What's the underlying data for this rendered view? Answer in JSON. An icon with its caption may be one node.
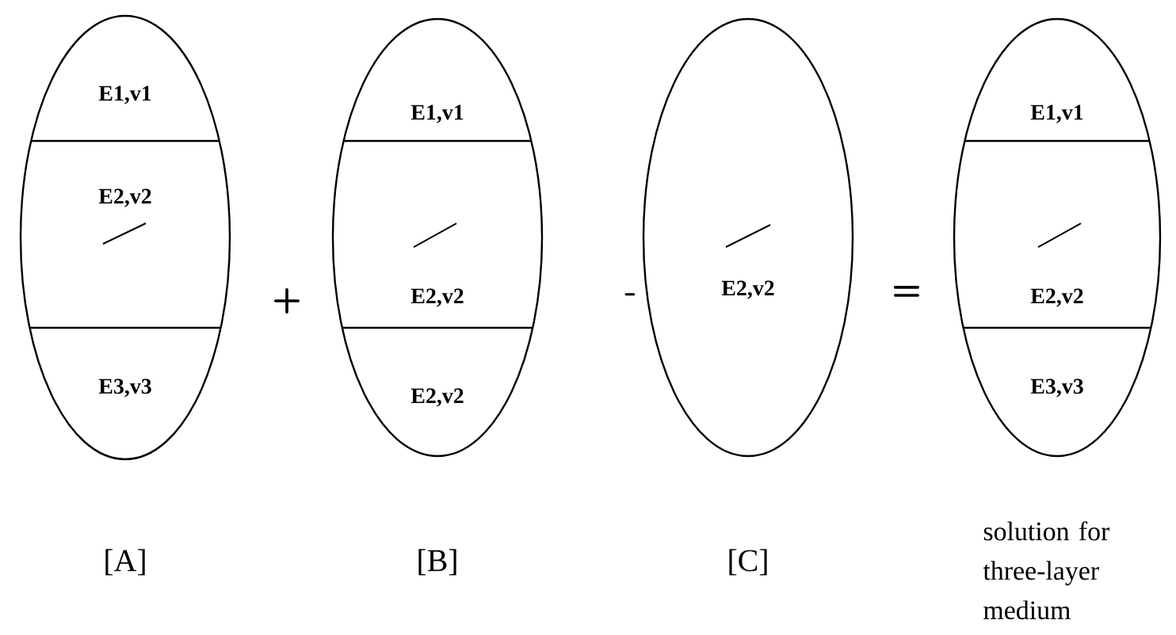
{
  "diagram": {
    "nodes": [
      {
        "text": [],
        "shape": "ellipse",
        "beside": [
          "[A]"
        ]
      },
      {
        "text": [
          "E1,v1"
        ],
        "in": 0
      },
      {
        "text": [
          "E2,v2"
        ],
        "in": 0
      },
      {
        "text": [
          "E3,v3"
        ],
        "in": 0
      },
      {
        "text": [],
        "shape": "ellipse",
        "beside": [
          "[B]"
        ]
      },
      {
        "text": [
          "E1,v1"
        ],
        "in": 4
      },
      {
        "text": [
          "E2,v2"
        ],
        "in": 4
      },
      {
        "text": [
          "E2,v2"
        ],
        "in": 4
      },
      {
        "text": [],
        "shape": "ellipse",
        "beside": [
          "[C]"
        ]
      },
      {
        "text": [
          "E2,v2"
        ],
        "in": 8
      },
      {
        "text": [],
        "shape": "ellipse",
        "beside": [
          "solution for three-layer medium"
        ]
      },
      {
        "text": [
          "E1,v1"
        ],
        "in": 10
      },
      {
        "text": [
          "E2,v2"
        ],
        "in": 10
      },
      {
        "text": [
          "E3,v3"
        ],
        "in": 10
      }
    ],
    "labels": [
      "+",
      "-",
      "="
    ]
  }
}
